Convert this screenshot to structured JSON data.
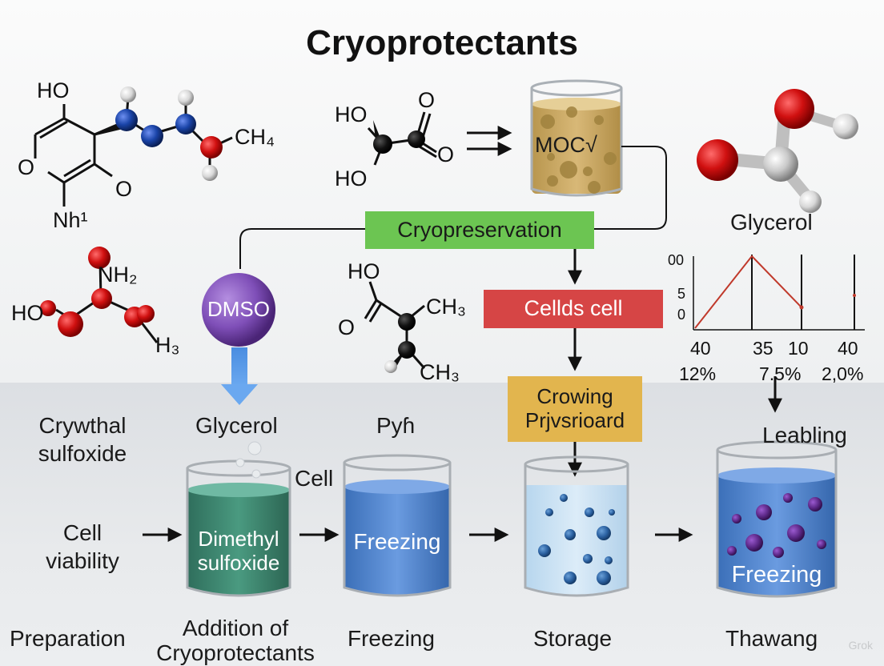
{
  "title": "Cryoprotectants",
  "molecules": {
    "m1_ho": "HO",
    "m1_o_left": "O",
    "m1_o_right": "O",
    "m1_nh": "Nh¹",
    "m1_ch": "CH₄",
    "m2_nh2": "NH₂",
    "m2_ho": "HO",
    "m2_h3": "H₃",
    "m3_ho_top": "HO",
    "m3_ho_bottom": "HO",
    "m3_o_top": "O",
    "m3_o_right": "O",
    "m4_ho": "HO",
    "m4_o": "O",
    "m4_ch3_top": "CH₃",
    "m4_ch3_bottom": "CH₃"
  },
  "top": {
    "beaker_label": "MOC√",
    "glycerol_label": "Glycerol",
    "cryopreservation": "Cryopreservation",
    "dmso": "DMSO",
    "cells_cell": "Cellds cell",
    "crowing": "Crowing Prjvsrioard"
  },
  "chart": {
    "y_ticks": [
      "00",
      "5",
      "0"
    ],
    "x_values": [
      "40",
      "35",
      "10",
      "40"
    ],
    "percents": [
      "12%",
      "7.5%",
      "2,0%"
    ]
  },
  "bottom": {
    "crywthal": "Crywthal sulfoxide",
    "glycerol": "Glycerol",
    "pyh": "Pyɦ",
    "cell": "Cell",
    "leabling": "Leabling",
    "cell_viability": "Cell viability",
    "beaker1": "Dimethyl sulfoxide",
    "beaker2": "Freezing",
    "beaker4": "Freezing",
    "steps": [
      "Preparation",
      "Addition of Cryoprotectants",
      "Freezing",
      "Storage",
      "Thawang"
    ]
  },
  "watermark": "Grok",
  "colors": {
    "green_box": "#6cc552",
    "red_box": "#d64545",
    "gold_box": "#e2b54e",
    "dmso_circle": "#7f4fb8",
    "oxygen": "#d01010",
    "nitrogen": "#1a44a8",
    "line_plot": "#c0392b"
  }
}
